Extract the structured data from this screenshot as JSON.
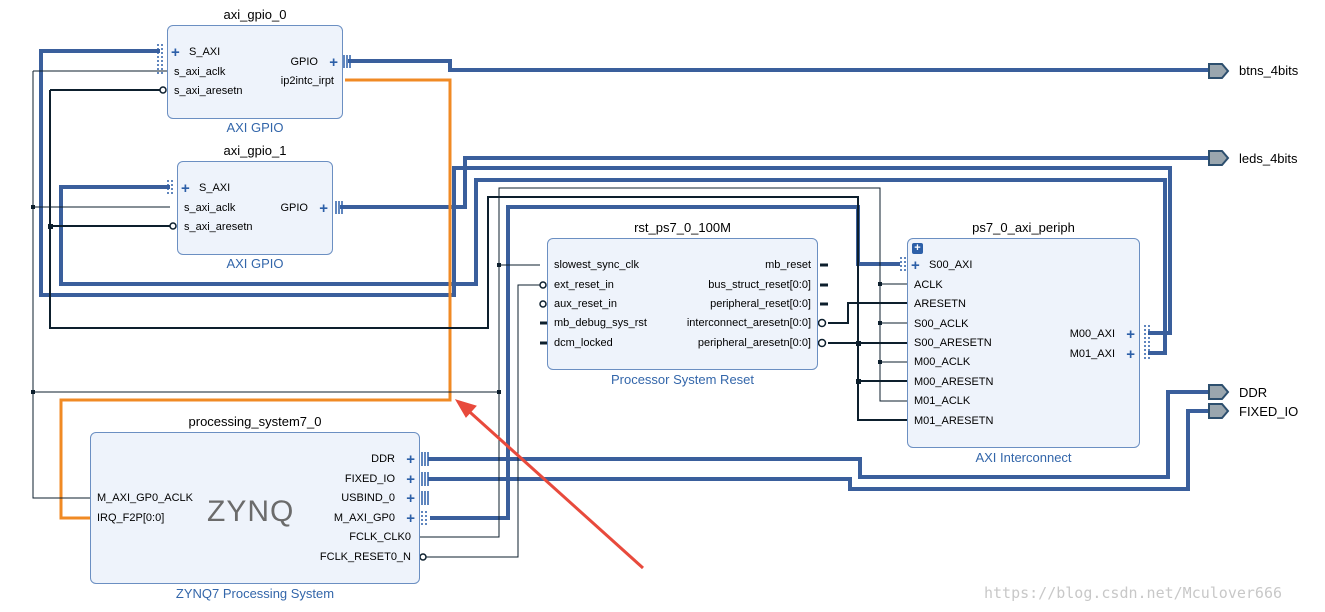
{
  "blocks": {
    "gpio0": {
      "title": "axi_gpio_0",
      "subtitle": "AXI GPIO",
      "pins_left": [
        "S_AXI",
        "s_axi_aclk",
        "s_axi_aresetn"
      ],
      "pins_right": [
        "GPIO",
        "ip2intc_irpt"
      ]
    },
    "gpio1": {
      "title": "axi_gpio_1",
      "subtitle": "AXI GPIO",
      "pins_left": [
        "S_AXI",
        "s_axi_aclk",
        "s_axi_aresetn"
      ],
      "pins_right": [
        "GPIO"
      ]
    },
    "rst": {
      "title": "rst_ps7_0_100M",
      "subtitle": "Processor System Reset",
      "pins_left": [
        "slowest_sync_clk",
        "ext_reset_in",
        "aux_reset_in",
        "mb_debug_sys_rst",
        "dcm_locked"
      ],
      "pins_right": [
        "mb_reset",
        "bus_struct_reset[0:0]",
        "peripheral_reset[0:0]",
        "interconnect_aresetn[0:0]",
        "peripheral_aresetn[0:0]"
      ]
    },
    "periph": {
      "title": "ps7_0_axi_periph",
      "subtitle": "AXI Interconnect",
      "pins_left": [
        "S00_AXI",
        "ACLK",
        "ARESETN",
        "S00_ACLK",
        "S00_ARESETN",
        "M00_ACLK",
        "M00_ARESETN",
        "M01_ACLK",
        "M01_ARESETN"
      ],
      "pins_right": [
        "M00_AXI",
        "M01_AXI"
      ]
    },
    "ps7": {
      "title": "processing_system7_0",
      "subtitle": "ZYNQ7 Processing System",
      "logo": "ZYNQ",
      "pins_left": [
        "M_AXI_GP0_ACLK",
        "IRQ_F2P[0:0]"
      ],
      "pins_right": [
        "DDR",
        "FIXED_IO",
        "USBIND_0",
        "M_AXI_GP0",
        "FCLK_CLK0",
        "FCLK_RESET0_N"
      ]
    }
  },
  "ports": [
    "btns_4bits",
    "leds_4bits",
    "DDR",
    "FIXED_IO"
  ],
  "watermark": "https://blog.csdn.net/Mculover666",
  "colors": {
    "block_fill": "#eef3fb",
    "block_border": "#6b8fc2",
    "bus_wire": "#3a5f9c",
    "signal_wire": "#0d1f2d",
    "interrupt_wire": "#f08a24",
    "arrow": "#e84a3c",
    "subtitle_text": "#3366aa"
  }
}
